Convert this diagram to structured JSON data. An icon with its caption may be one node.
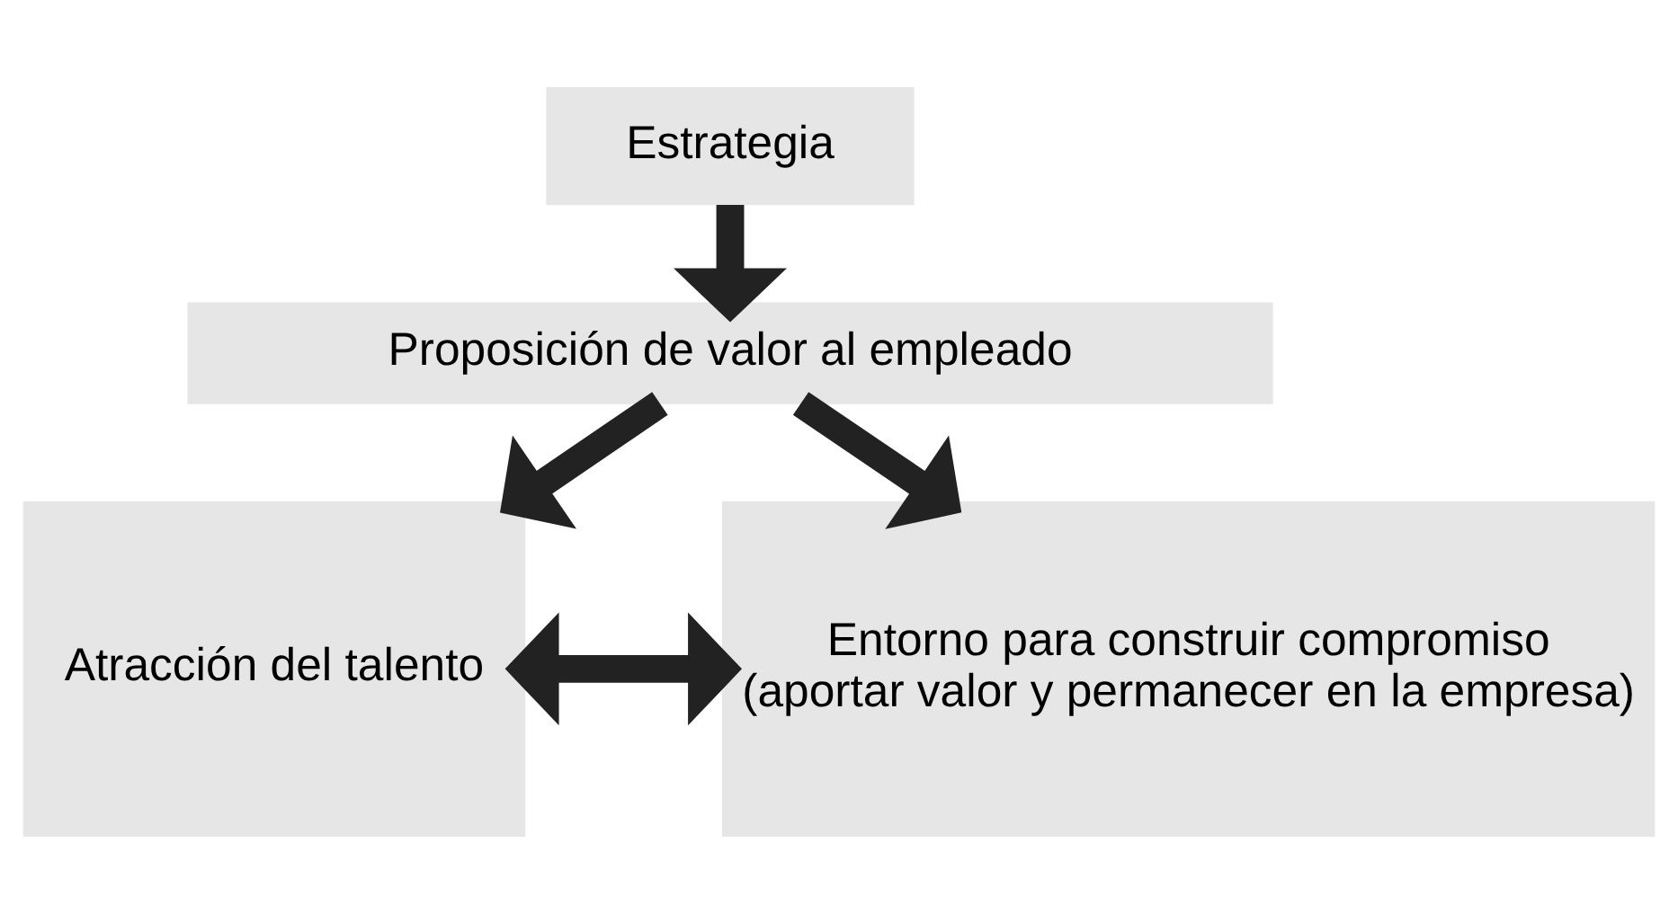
{
  "diagram": {
    "nodes": [
      {
        "text": [
          "Estrategia"
        ]
      },
      {
        "text": [
          "Proposición de valor al empleado"
        ]
      },
      {
        "text": [
          "Atracción del talento"
        ]
      },
      {
        "text": [
          "Entorno para construir compromiso",
          "(aportar valor y permanecer en la empresa)"
        ]
      }
    ],
    "edges": [
      {
        "from": 0,
        "to": 1,
        "arrow": "to"
      },
      {
        "from": 1,
        "to": 2,
        "arrow": "to"
      },
      {
        "from": 1,
        "to": 3,
        "arrow": "to"
      },
      {
        "from": 2,
        "to": 3,
        "arrow": "both"
      }
    ]
  }
}
